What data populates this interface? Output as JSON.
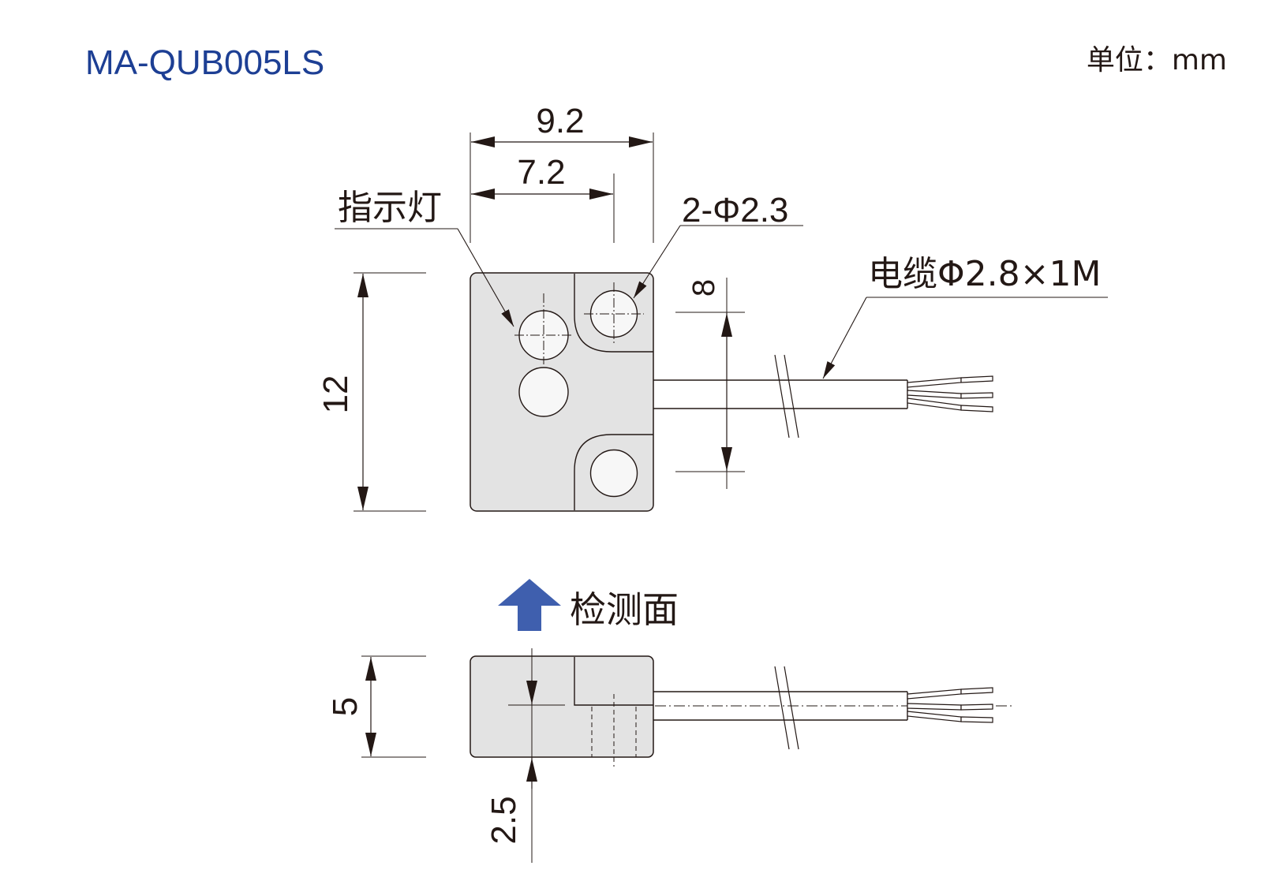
{
  "header": {
    "model": "MA-QUB005LS",
    "unit": "单位：mm"
  },
  "colors": {
    "model_text": "#1d3f94",
    "ink": "#231815",
    "body_fill": "#e3e3e3",
    "hole_fill": "#f7f7f7",
    "arrow_blue": "#3f5fae"
  },
  "labels": {
    "indicator": "指示灯",
    "mount_holes": "2-Φ2.3",
    "cable": "电缆Φ2.8×1M",
    "detect_face": "检测面"
  },
  "dimensions": {
    "width_total": "9.2",
    "width_holes": "7.2",
    "height_total": "12",
    "hole_pitch": "8",
    "thickness": "5",
    "detect_depth": "2.5"
  }
}
